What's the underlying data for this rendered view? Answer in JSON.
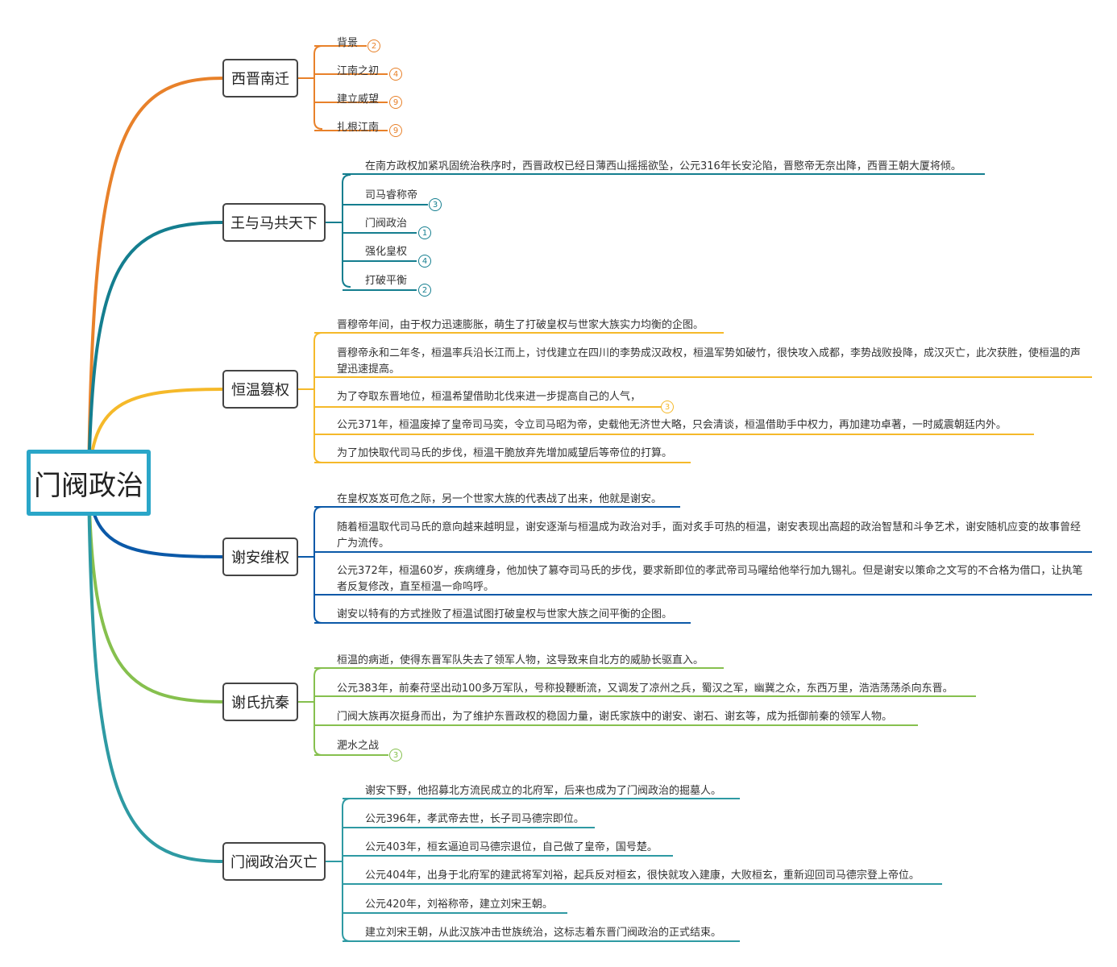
{
  "root": {
    "label": "门阀政治"
  },
  "colors": {
    "b1": "#e8812a",
    "b2": "#147e8f",
    "b3": "#f5b92a",
    "b4": "#0b59a8",
    "b5": "#86c04e",
    "b6": "#2e9aa3"
  },
  "branches": [
    {
      "label": "西晋南迁",
      "items": [
        {
          "text": "背景",
          "badge": "2"
        },
        {
          "text": "江南之初",
          "badge": "4"
        },
        {
          "text": "建立威望",
          "badge": "9"
        },
        {
          "text": "扎根江南",
          "badge": "9"
        }
      ]
    },
    {
      "label": "王与马共天下",
      "items": [
        {
          "text": "在南方政权加紧巩固统治秩序时，西晋政权已经日薄西山摇摇欲坠，公元316年长安沦陷，晋愍帝无奈出降，西晋王朝大厦将倾。"
        },
        {
          "text": "司马睿称帝",
          "badge": "3"
        },
        {
          "text": "门阀政治",
          "badge": "1"
        },
        {
          "text": "强化皇权",
          "badge": "4"
        },
        {
          "text": "打破平衡",
          "badge": "2"
        }
      ]
    },
    {
      "label": "恒温篡权",
      "items": [
        {
          "text": "晋穆帝年间，由于权力迅速膨胀，萌生了打破皇权与世家大族实力均衡的企图。"
        },
        {
          "text": "晋穆帝永和二年冬，桓温率兵沿长江而上，讨伐建立在四川的李势成汉政权，桓温军势如破竹，很快攻入成都，李势战败投降，成汉灭亡，此次获胜，使桓温的声望迅速提高。"
        },
        {
          "text": "为了夺取东晋地位，桓温希望借助北伐来进一步提高自己的人气，",
          "badge": "3"
        },
        {
          "text": "公元371年，桓温废掉了皇帝司马奕，令立司马昭为帝，史载他无济世大略，只会清谈，桓温借助手中权力，再加建功卓著，一时威震朝廷内外。"
        },
        {
          "text": "为了加快取代司马氏的步伐，桓温干脆放弃先增加威望后等帝位的打算。"
        }
      ]
    },
    {
      "label": "谢安维权",
      "items": [
        {
          "text": "在皇权岌岌可危之际，另一个世家大族的代表战了出来，他就是谢安。"
        },
        {
          "text": "随着桓温取代司马氏的意向越来越明显，谢安逐渐与桓温成为政治对手，面对炙手可热的桓温，谢安表现出高超的政治智慧和斗争艺术，谢安随机应变的故事曾经广为流传。"
        },
        {
          "text": "公元372年，桓温60岁，疾病缠身，他加快了篡夺司马氏的步伐，要求新即位的孝武帝司马曜给他举行加九锡礼。但是谢安以策命之文写的不合格为借口，让执笔者反复修改，直至桓温一命呜呼。"
        },
        {
          "text": "谢安以特有的方式挫败了桓温试图打破皇权与世家大族之间平衡的企图。"
        }
      ]
    },
    {
      "label": "谢氏抗秦",
      "items": [
        {
          "text": "桓温的病逝，使得东晋军队失去了领军人物，这导致来自北方的威胁长驱直入。"
        },
        {
          "text": "公元383年，前秦苻坚出动100多万军队，号称投鞭断流，又调发了凉州之兵，蜀汉之军，幽冀之众，东西万里，浩浩荡荡杀向东晋。"
        },
        {
          "text": "门阀大族再次挺身而出，为了维护东晋政权的稳固力量，谢氏家族中的谢安、谢石、谢玄等，成为抵御前秦的领军人物。"
        },
        {
          "text": "淝水之战",
          "badge": "3"
        }
      ]
    },
    {
      "label": "门阀政治灭亡",
      "items": [
        {
          "text": "谢安下野，他招募北方流民成立的北府军，后来也成为了门阀政治的掘墓人。"
        },
        {
          "text": "公元396年，孝武帝去世，长子司马德宗即位。"
        },
        {
          "text": "公元403年，桓玄逼迫司马德宗退位，自己做了皇帝，国号楚。"
        },
        {
          "text": "公元404年，出身于北府军的建武将军刘裕，起兵反对桓玄，很快就攻入建康，大败桓玄，重新迎回司马德宗登上帝位。"
        },
        {
          "text": "公元420年，刘裕称帝，建立刘宋王朝。"
        },
        {
          "text": "建立刘宋王朝，从此汉族冲击世族统治，这标志着东晋门阀政治的正式结束。"
        }
      ]
    }
  ]
}
